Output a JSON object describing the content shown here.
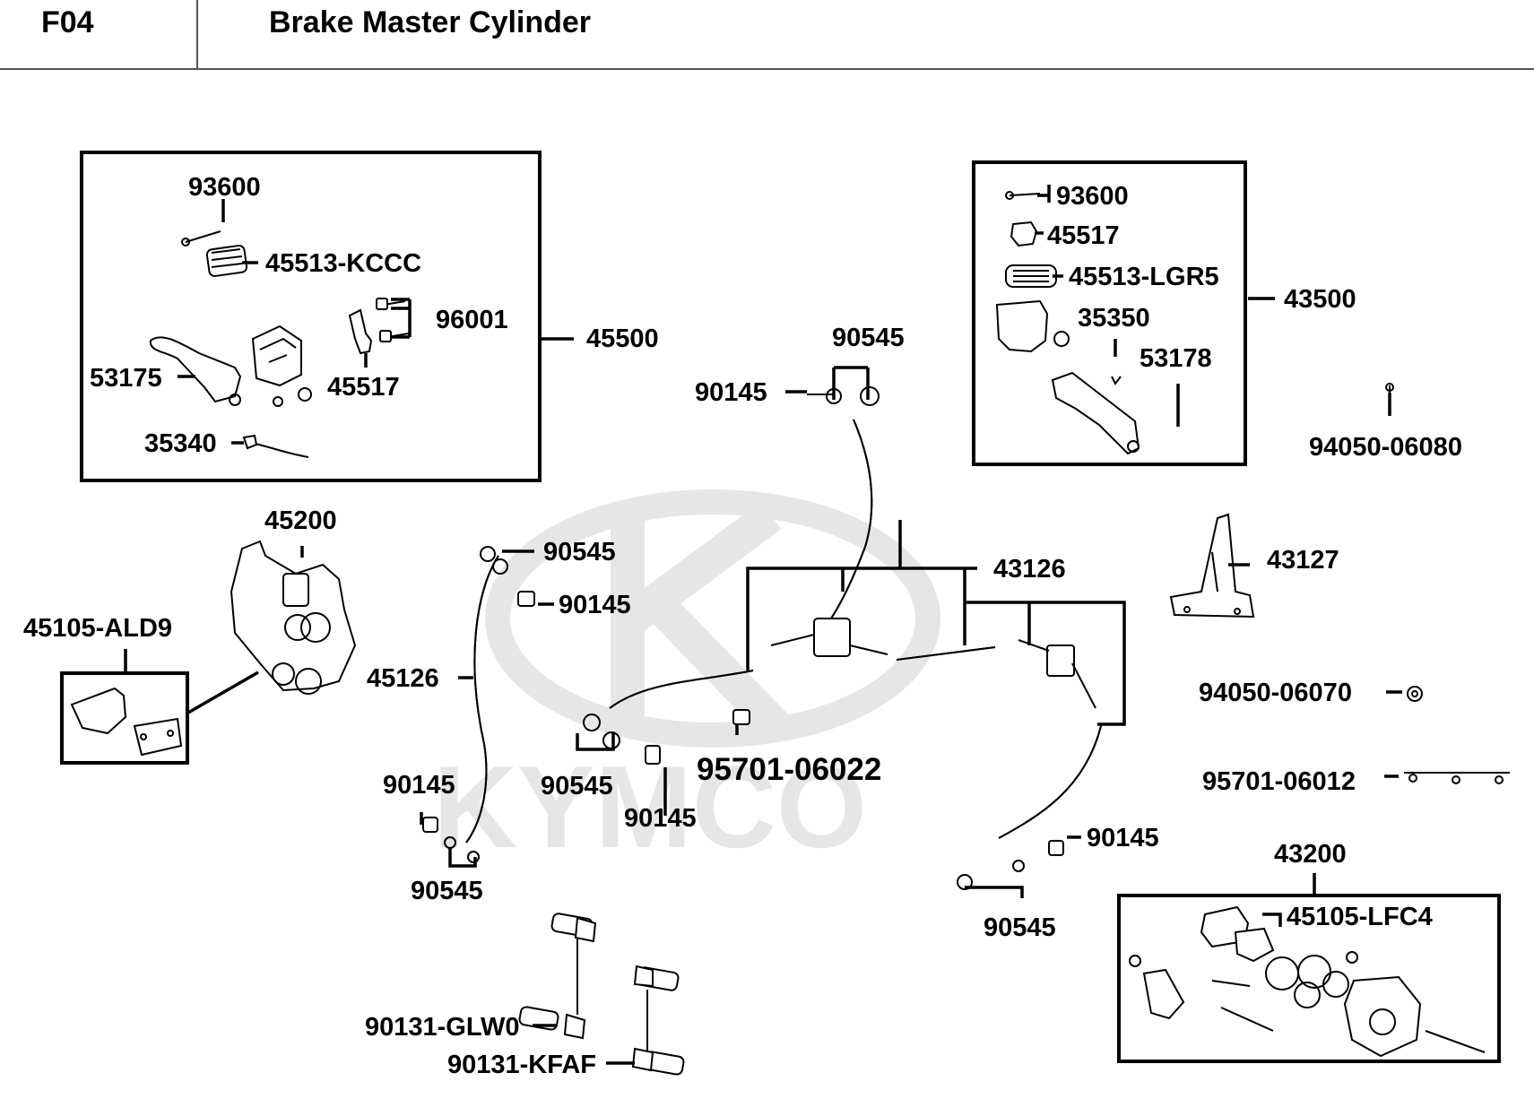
{
  "header": {
    "code": "F04",
    "title": "Brake Master Cylinder"
  },
  "watermark": "KYMCO",
  "callouts": {
    "left_kit": {
      "p93600": "93600",
      "p45513": "45513-KCCC",
      "p96001": "96001",
      "p45500": "45500",
      "p53175": "53175",
      "p45517": "45517",
      "p35340": "35340"
    },
    "right_kit": {
      "p93600": "93600",
      "p45517": "45517",
      "p45513": "45513-LGR5",
      "p35350": "35350",
      "p43500": "43500",
      "p53178": "53178"
    },
    "misc": {
      "p90545_top": "90545",
      "p90145_top": "90145",
      "p94050_06080": "94050-06080",
      "p45200": "45200",
      "p45105_ald9": "45105-ALD9",
      "p90545_a": "90545",
      "p90145_a": "90145",
      "p45126": "45126",
      "p43126": "43126",
      "p43127": "43127",
      "p94050_06070": "94050-06070",
      "p90545_b": "90545",
      "p95701_06022": "95701-06022",
      "p90145_b": "90145",
      "p95701_06012": "95701-06012",
      "p90145_c": "90145",
      "p90545_c": "90545",
      "p90145_d": "90145",
      "p90545_d": "90545",
      "p43200": "43200",
      "p45105_lfc4": "45105-LFC4",
      "p90131_glw0": "90131-GLW0",
      "p90131_kfaf": "90131-KFAF"
    }
  }
}
